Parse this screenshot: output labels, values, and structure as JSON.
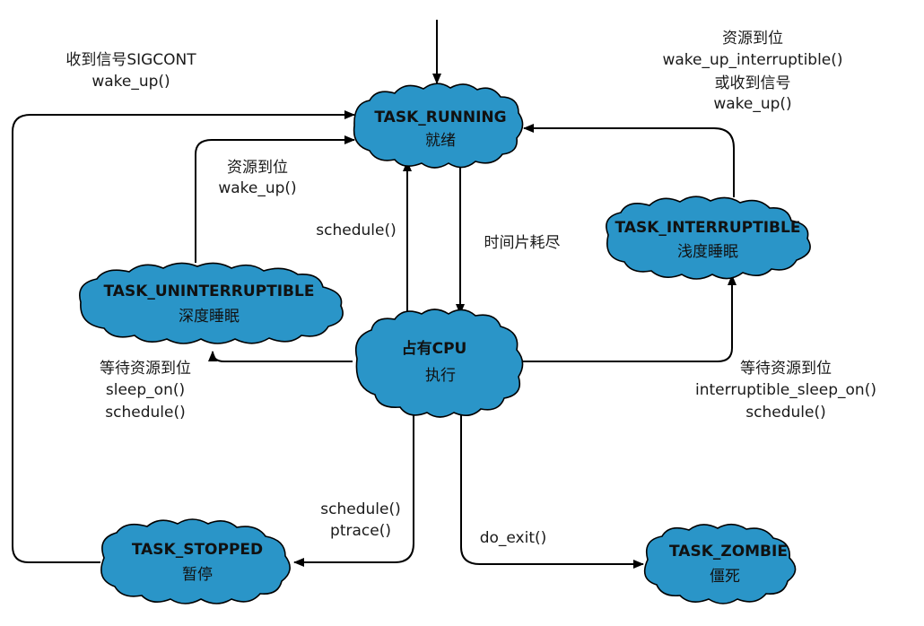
{
  "states": {
    "running": {
      "name": "TASK_RUNNING",
      "sub": "就绪"
    },
    "interruptible": {
      "name": "TASK_INTERRUPTIBLE",
      "sub": "浅度睡眠"
    },
    "uninterruptible": {
      "name": "TASK_UNINTERRUPTIBLE",
      "sub": "深度睡眠"
    },
    "cpu": {
      "name": "占有CPU",
      "sub": "执行"
    },
    "stopped": {
      "name": "TASK_STOPPED",
      "sub": "暂停"
    },
    "zombie": {
      "name": "TASK_ZOMBIE",
      "sub": "僵死"
    }
  },
  "edges": {
    "sigcont": {
      "line1": "收到信号SIGCONT",
      "line2": "wake_up()"
    },
    "int_wake": {
      "line1": "资源到位",
      "line2": "wake_up_interruptible()",
      "line3": "或收到信号",
      "line4": "wake_up()"
    },
    "unint_wake": {
      "line1": "资源到位",
      "line2": "wake_up()"
    },
    "schedule": {
      "line1": "schedule()"
    },
    "timeslice": {
      "line1": "时间片耗尽"
    },
    "to_unint": {
      "line1": "等待资源到位",
      "line2": "sleep_on()",
      "line3": "schedule()"
    },
    "to_int": {
      "line1": "等待资源到位",
      "line2": "interruptible_sleep_on()",
      "line3": "schedule()"
    },
    "to_stopped": {
      "line1": "schedule()",
      "line2": "ptrace()"
    },
    "to_zombie": {
      "line1": "do_exit()"
    }
  }
}
